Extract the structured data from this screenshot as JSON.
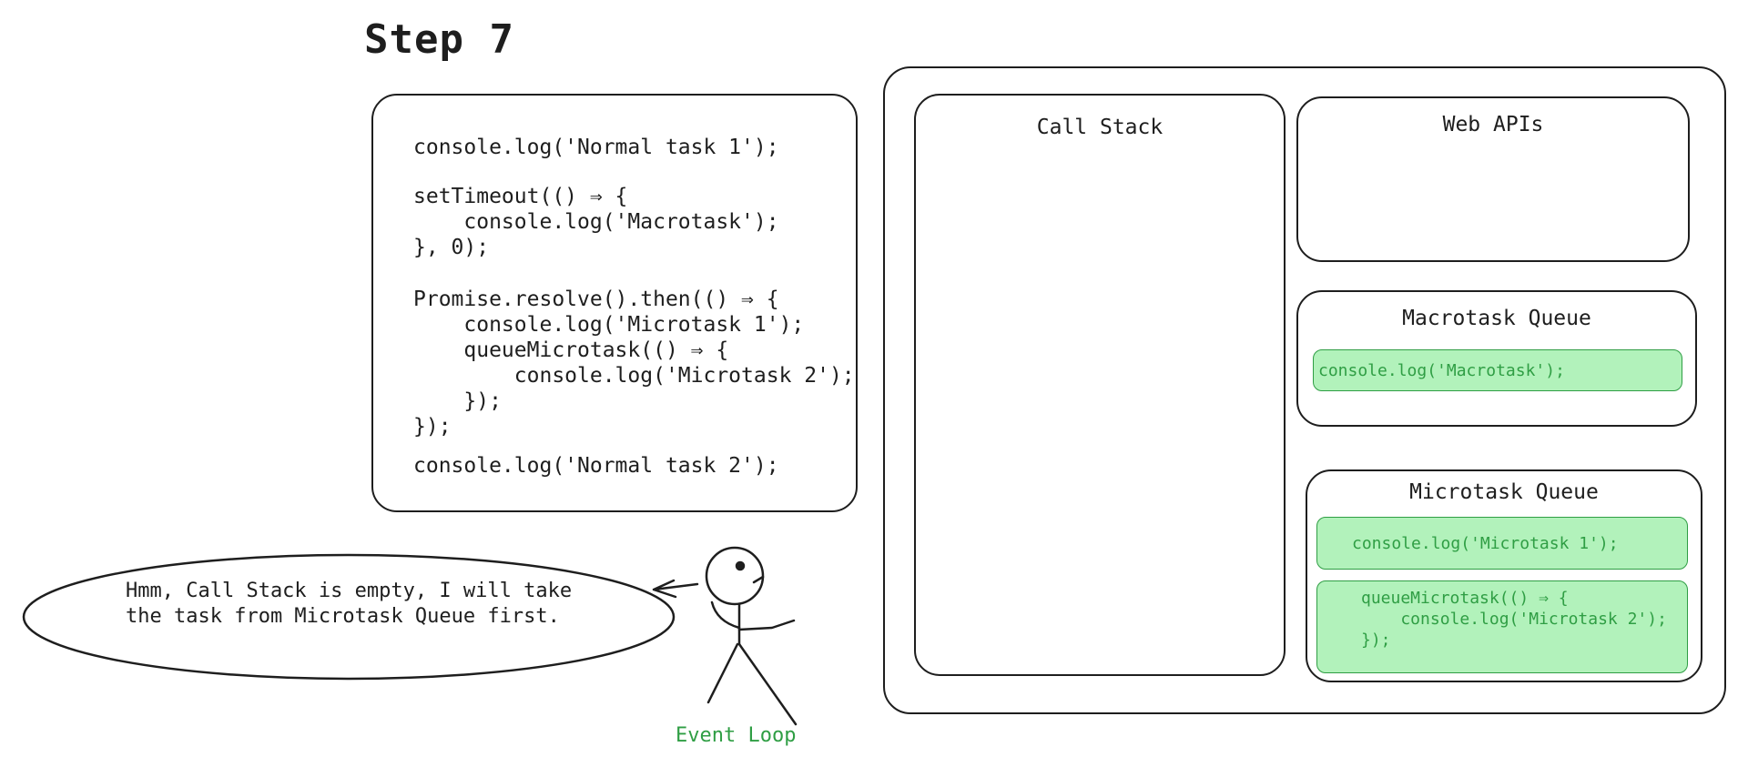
{
  "title": "Step 7",
  "code": {
    "block1": "console.log('Normal task 1');",
    "block2": "setTimeout(() ⇒ {\n    console.log('Macrotask');\n}, 0);",
    "block3": "Promise.resolve().then(() ⇒ {\n    console.log('Microtask 1');\n    queueMicrotask(() ⇒ {\n        console.log('Microtask 2');\n    });\n});",
    "block4": "console.log('Normal task 2');"
  },
  "call_stack": {
    "title": "Call Stack"
  },
  "web_apis": {
    "title": "Web APIs"
  },
  "macrotask_queue": {
    "title": "Macrotask Queue",
    "items": [
      "console.log('Macrotask');"
    ]
  },
  "microtask_queue": {
    "title": "Microtask Queue",
    "items": [
      "console.log('Microtask 1');",
      "queueMicrotask(() ⇒ {\n    console.log('Microtask 2');\n});"
    ]
  },
  "speech_bubble": {
    "text": "Hmm, Call Stack is empty, I will take the task from Microtask Queue first."
  },
  "event_loop": {
    "label": "Event Loop"
  },
  "colors": {
    "stroke": "#1e1e1e",
    "task_fill": "#b2f2bb",
    "task_text": "#2f9e44"
  }
}
